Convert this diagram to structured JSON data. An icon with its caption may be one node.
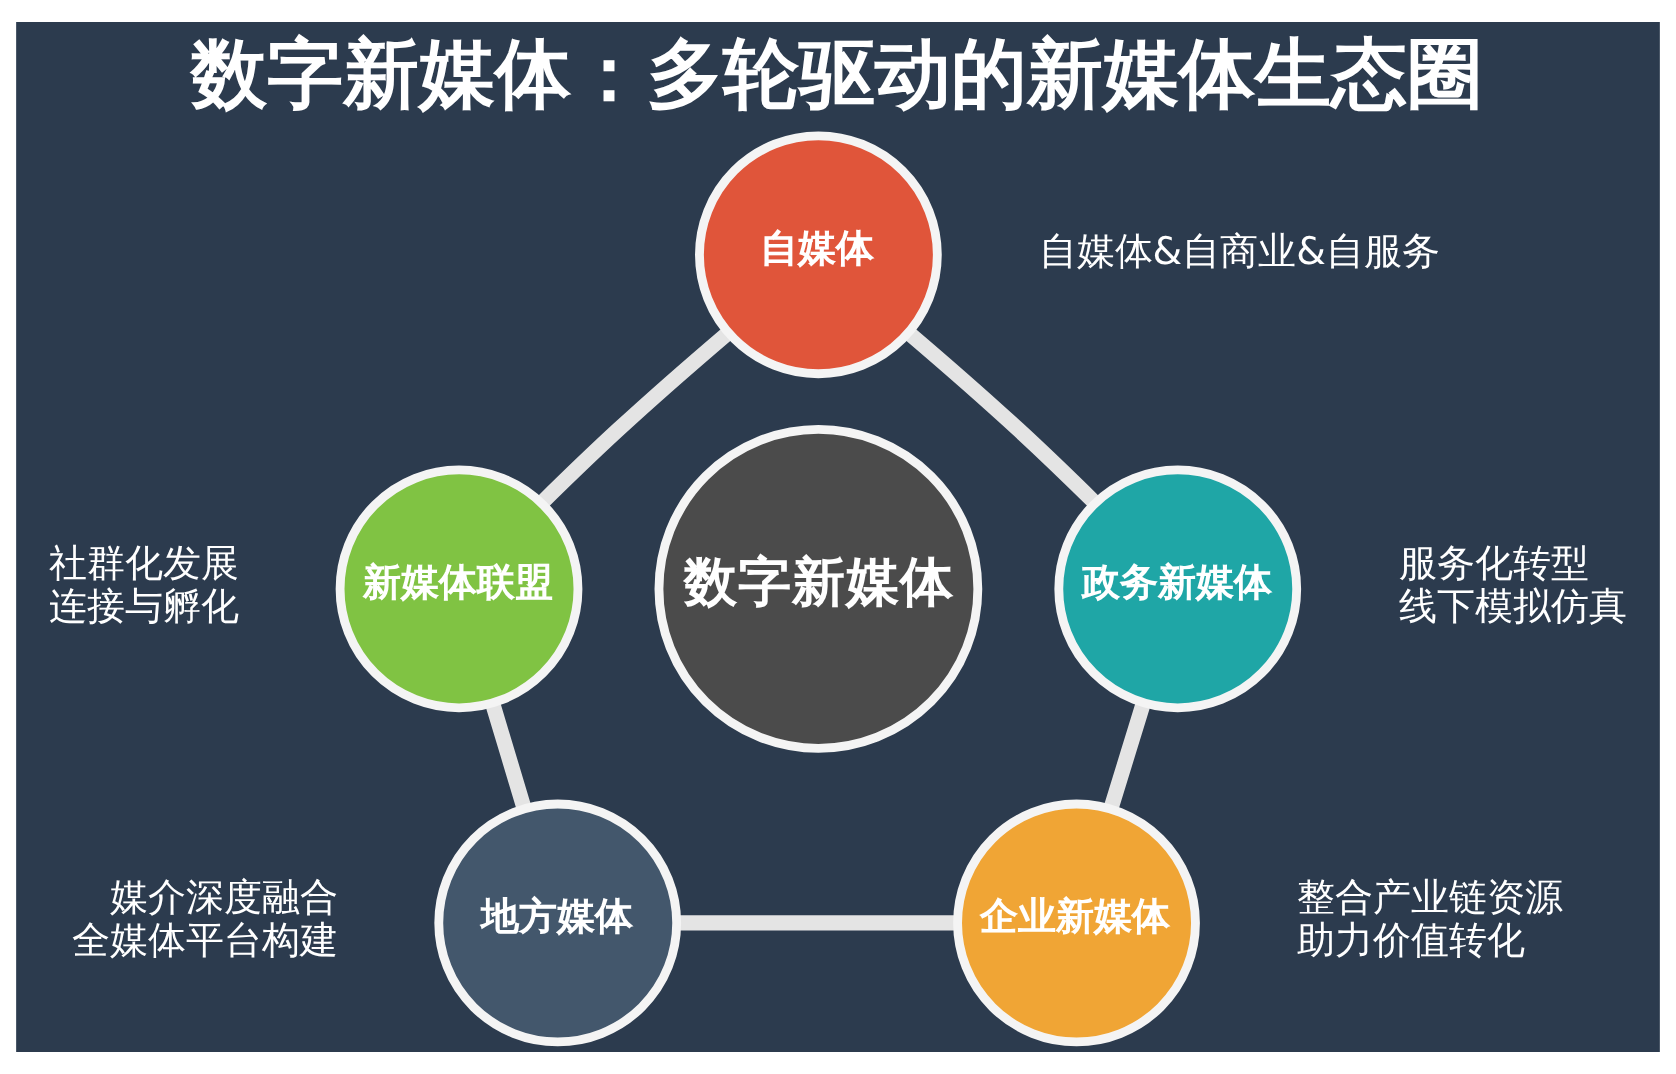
{
  "diagram": {
    "title": "数字新媒体：多轮驱动的新媒体生态圈",
    "nodes": [
      {
        "text": [
          "数字新媒体"
        ]
      },
      {
        "text": [
          "自媒体"
        ],
        "beside": [
          "自媒体&自商业&自服务"
        ]
      },
      {
        "text": [
          "政务新媒体"
        ],
        "beside": [
          "服务化转型",
          "线下模拟仿真"
        ]
      },
      {
        "text": [
          "企业新媒体"
        ],
        "beside": [
          "整合产业链资源",
          "助力价值转化"
        ]
      },
      {
        "text": [
          "地方媒体"
        ],
        "beside": [
          "媒介深度融合",
          "全媒体平台构建"
        ]
      },
      {
        "text": [
          "新媒体联盟"
        ],
        "beside": [
          "社群化发展",
          "连接与孵化"
        ]
      }
    ],
    "edges": [
      {
        "from": 1,
        "to": 2,
        "arrow": "none"
      },
      {
        "from": 2,
        "to": 3,
        "arrow": "none"
      },
      {
        "from": 4,
        "to": 3,
        "arrow": "none"
      },
      {
        "from": 4,
        "to": 5,
        "arrow": "none"
      },
      {
        "from": 5,
        "to": 1,
        "arrow": "none"
      }
    ]
  }
}
